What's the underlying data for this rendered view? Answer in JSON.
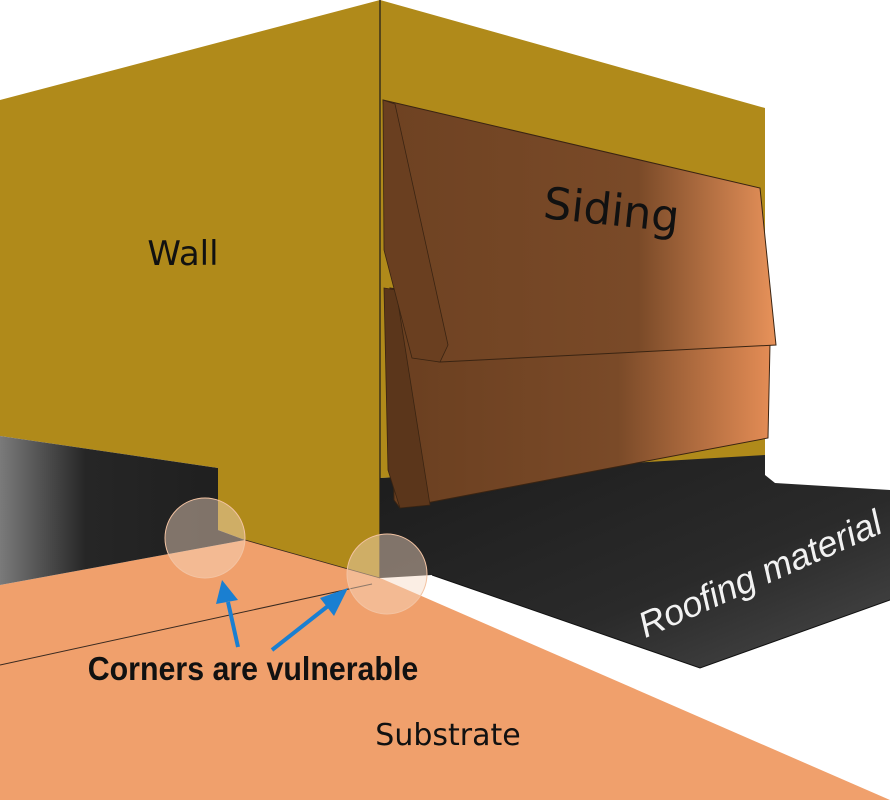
{
  "labels": {
    "wall": "Wall",
    "siding": "Siding",
    "roofing": "Roofing material",
    "corners": "Corners are vulnerable",
    "substrate": "Substrate"
  },
  "colors": {
    "wall": "#b08a1a",
    "substrate": "#f0a06c",
    "roofing": "#222222",
    "siding": "#7a4a28",
    "siding_highlight": "#e8925a",
    "arrow": "#1a7fd1",
    "circle": "#f6d9c4"
  }
}
